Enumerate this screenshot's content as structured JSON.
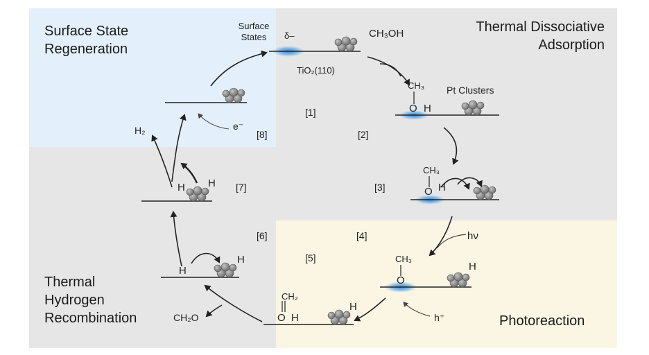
{
  "regions": {
    "surface_state_regeneration": "Surface State\nRegeneration",
    "thermal_dissociative_adsorption": "Thermal Dissociative\nAdsorption",
    "thermal_hydrogen_recombination": "Thermal\nHydrogen\nRecombination",
    "photoreaction": "Photoreaction"
  },
  "labels": {
    "surface_states": "Surface\nStates",
    "delta_minus": "δ–",
    "tio2": "TiO₂(110)",
    "methanol": "CH₃OH",
    "pt_clusters": "Pt Clusters",
    "h2": "H₂",
    "electron": "e⁻",
    "hnu": "hν",
    "hole": "h⁺",
    "ch2o": "CH₂O"
  },
  "steps": [
    "[1]",
    "[2]",
    "[3]",
    "[4]",
    "[5]",
    "[6]",
    "[7]",
    "[8]"
  ],
  "atoms": {
    "ch3": "CH₃",
    "o": "O",
    "h": "H",
    "ch2": "CH₂"
  },
  "colors": {
    "blue_region": "#e3f0fb",
    "gray_region": "#e5e5e5",
    "yellow_region": "#fbf6e3",
    "surface_state_glow": "#2f8fe0",
    "cluster": "#8a8a8a"
  }
}
